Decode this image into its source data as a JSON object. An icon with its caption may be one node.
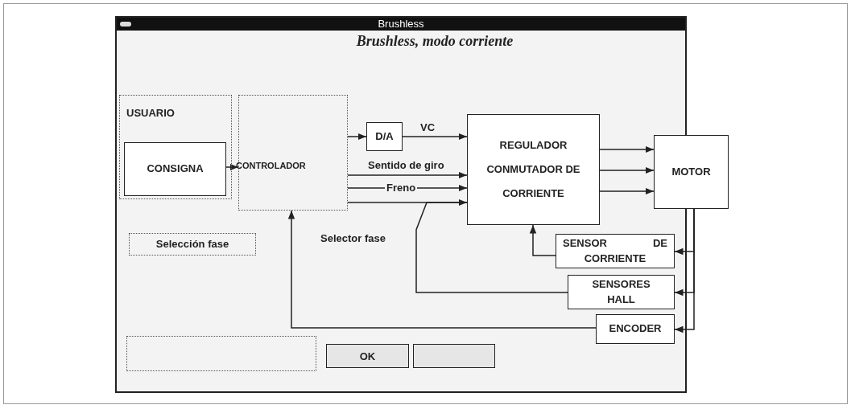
{
  "diagram": {
    "title": "Brushless, modo corriente",
    "nodes": [
      {
        "text": [
          "USUARIO"
        ]
      },
      {
        "text": [
          "CONSIGNA"
        ],
        "in": 0
      },
      {
        "text": [
          "CONTROLADOR"
        ]
      },
      {
        "text": [
          "D/A"
        ]
      },
      {
        "text": [
          "REGULADOR CONMUTADOR DE CORRIENTE"
        ]
      },
      {
        "text": [
          "MOTOR"
        ]
      },
      {
        "text": [
          "SENSOR DE CORRIENTE"
        ]
      },
      {
        "text": [
          "SENSORES HALL"
        ]
      },
      {
        "text": [
          "ENCODER"
        ]
      },
      {
        "text": [
          "Selección fase"
        ]
      }
    ],
    "edges": [
      {
        "from": 1,
        "to": 2,
        "arrow": "to"
      },
      {
        "from": 2,
        "to": 3,
        "arrow": "to"
      },
      {
        "from": 3,
        "to": 4,
        "arrow": "to",
        "label": "VC"
      },
      {
        "from": 2,
        "to": 4,
        "arrow": "to",
        "label": "Sentido de giro"
      },
      {
        "from": 2,
        "to": 4,
        "arrow": "to",
        "label": "Freno"
      },
      {
        "from": 2,
        "to": 4,
        "arrow": "to"
      },
      {
        "from": 7,
        "to": 4,
        "arrow": "none"
      },
      {
        "from": 8,
        "to": 2,
        "arrow": "to"
      },
      {
        "from": 6,
        "to": 4,
        "arrow": "to"
      },
      {
        "from": 4,
        "to": 5,
        "arrow": "to"
      },
      {
        "from": 4,
        "to": 5,
        "arrow": "to"
      },
      {
        "from": 4,
        "to": 5,
        "arrow": "to"
      },
      {
        "from": 5,
        "to": 6,
        "arrow": "to"
      },
      {
        "from": 5,
        "to": 7,
        "arrow": "to"
      },
      {
        "from": 5,
        "to": 8,
        "arrow": "to"
      }
    ],
    "labels": [
      "Brushless",
      "Selector fase",
      "OK"
    ]
  }
}
